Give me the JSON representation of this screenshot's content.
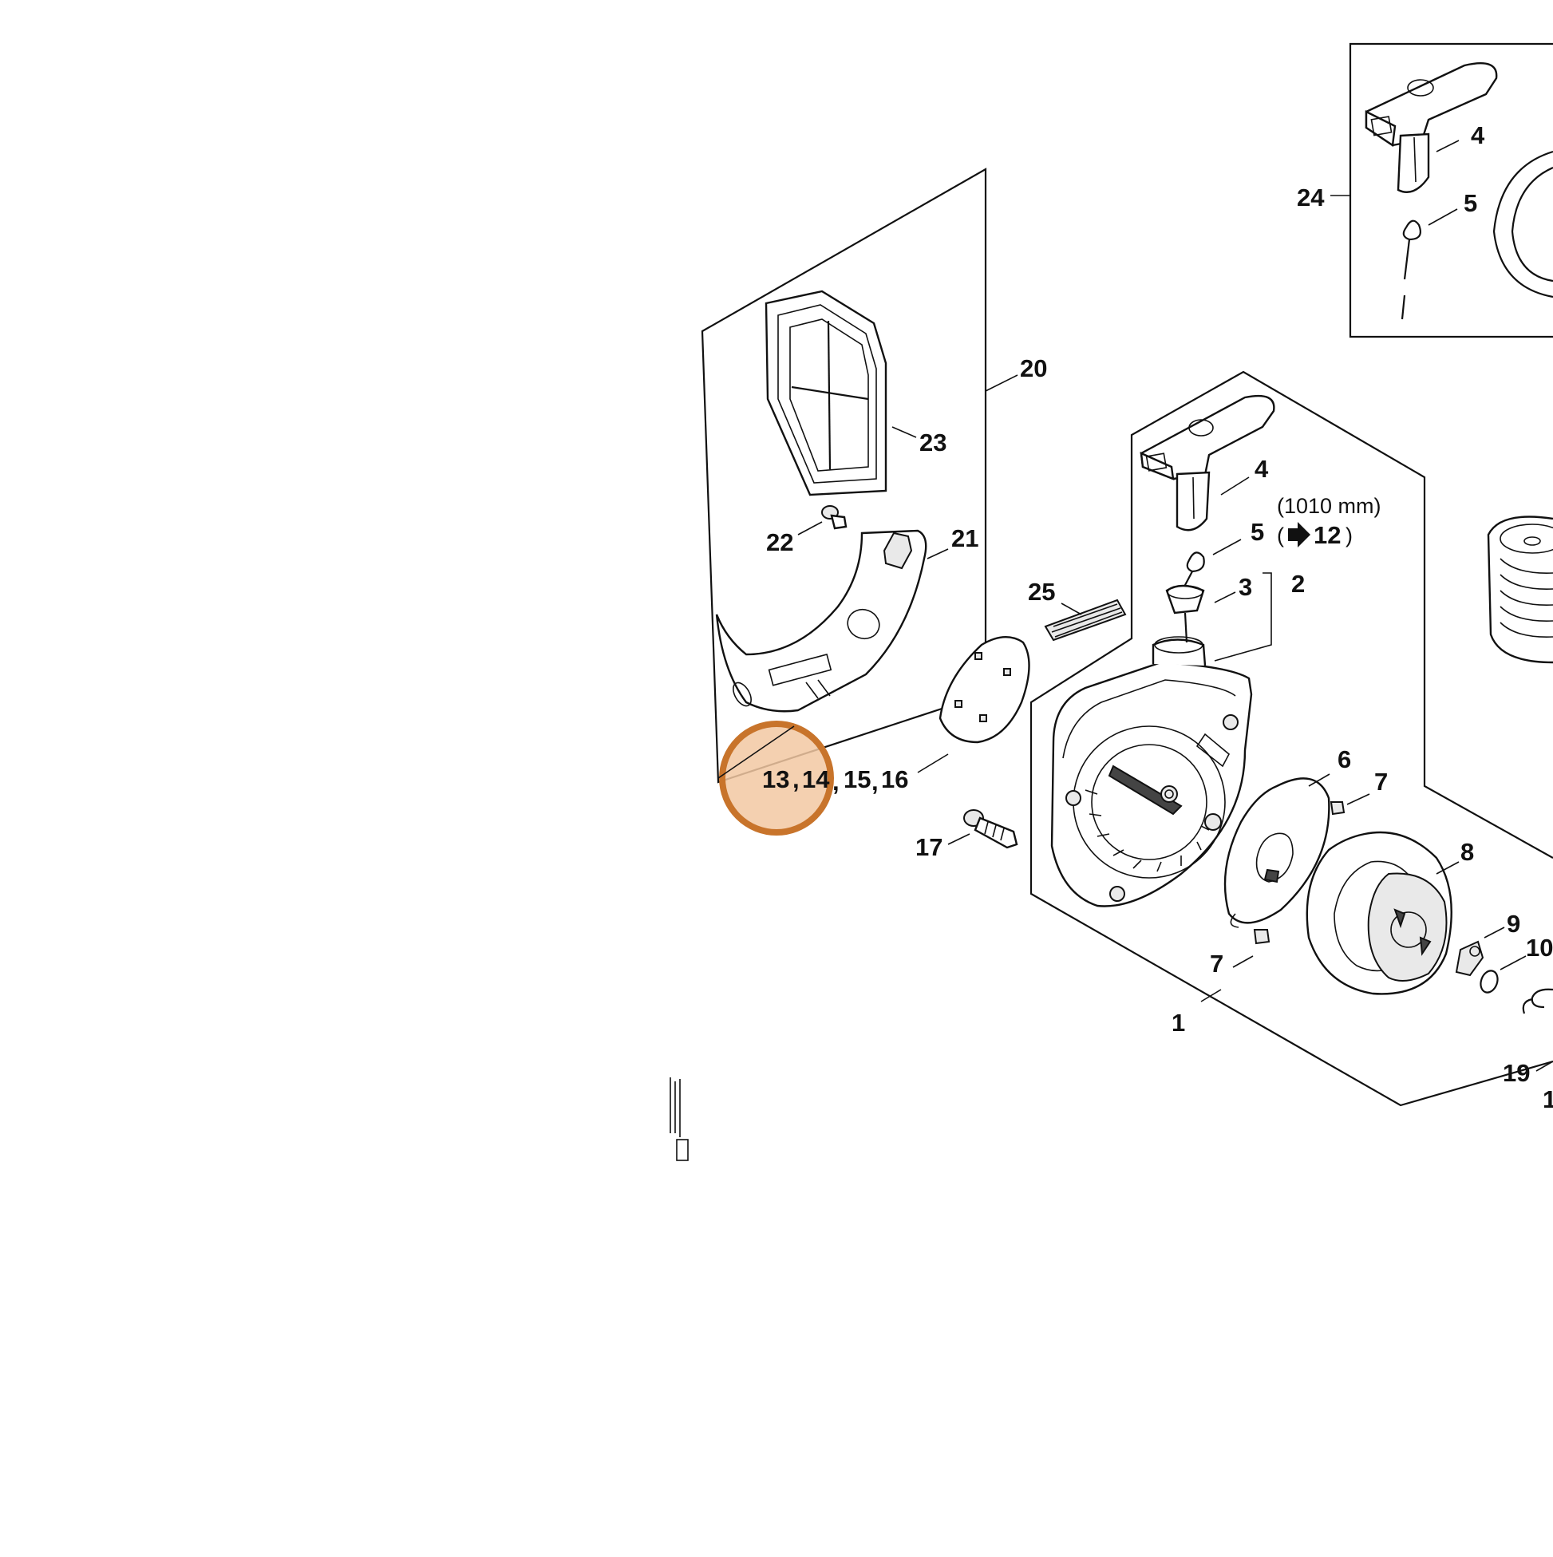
{
  "diagram": {
    "callouts": {
      "c1": "1",
      "c2": "2",
      "c3": "3",
      "c4a": "4",
      "c4b": "4",
      "c5a": "5",
      "c5b": "5",
      "c6": "6",
      "c7a": "7",
      "c7b": "7",
      "c8": "8",
      "c9": "9",
      "c10": "10",
      "c13": "13",
      "c14": "14",
      "c15": "15",
      "c16": "16",
      "c17": "17",
      "c19": "19",
      "c20": "20",
      "c21": "21",
      "c22": "22",
      "c23": "23",
      "c24": "24",
      "c25": "25",
      "c1edge": "1"
    },
    "separators": {
      "sep1": ",",
      "sep2": ",",
      "sep3": ","
    },
    "rope_length": "(1010 mm)",
    "rope_ref_open": "(",
    "rope_ref_number": "12",
    "rope_ref_close": ")"
  },
  "highlight": {
    "color": "#c8742b",
    "fill": "#f2c8a2"
  }
}
